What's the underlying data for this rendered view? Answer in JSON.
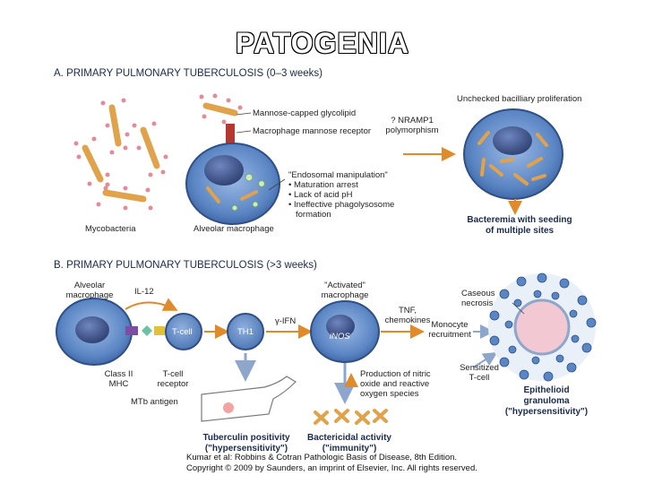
{
  "title": "PATOGENIA",
  "panel_a": {
    "heading_letter": "A.",
    "heading": "PRIMARY PULMONARY TUBERCULOSIS (0–3 weeks)",
    "mannose_glycolipid": "Mannose-capped glycolipid",
    "macrophage_receptor": "Macrophage mannose receptor",
    "nramp": "? NRAMP1",
    "polymorphism": "polymorphism",
    "unchecked": "Unchecked bacilliary proliferation",
    "endosomal": "\"Endosomal manipulation\"",
    "bullets": [
      "• Maturation arrest",
      "• Lack of acid pH",
      "• Ineffective phagolysosome",
      "formation"
    ],
    "mycobacteria": "Mycobacteria",
    "alveolar_macrophage": "Alveolar macrophage",
    "bacteremia_1": "Bacteremia with seeding",
    "bacteremia_2": "of multiple sites"
  },
  "panel_b": {
    "heading_letter": "B.",
    "heading": "PRIMARY PULMONARY TUBERCULOSIS (>3 weeks)",
    "alveolar_1": "Alveolar",
    "alveolar_2": "macrophage",
    "il12": "IL-12",
    "activated_1": "\"Activated\"",
    "activated_2": "macrophage",
    "ifn": "γ-IFN",
    "tnf_1": "TNF,",
    "tnf_2": "chemokines",
    "caseous_1": "Caseous",
    "caseous_2": "necrosis",
    "tcell": "T-cell",
    "th1": "TH1",
    "inos": "iNOS",
    "monocyte_1": "Monocyte",
    "monocyte_2": "recruitment",
    "class2_1": "Class II",
    "class2_2": "MHC",
    "tcell_receptor_1": "T-cell",
    "tcell_receptor_2": "receptor",
    "mtb_antigen": "MTb antigen",
    "nitric_1": "Production of nitric",
    "nitric_2": "oxide and reactive",
    "nitric_3": "oxygen species",
    "sensitized_1": "Sensitized",
    "sensitized_2": "T-cell",
    "granuloma_1": "Epithelioid",
    "granuloma_2": "granuloma",
    "granuloma_3": "(\"hypersensitivity\")",
    "tuberculin_1": "Tuberculin positivity",
    "tuberculin_2": "(\"hypersensitivity\")",
    "bactericidal_1": "Bactericidal activity",
    "bactericidal_2": "(\"immunity\")"
  },
  "credit_1": "Kumar et al: Robbins & Cotran Pathologic Basis of Disease, 8th Edition.",
  "credit_2": "Copyright © 2009 by Saunders, an imprint of Elsevier, Inc. All rights reserved.",
  "colors": {
    "macrophage": "#5b86c4",
    "macrophage_dark": "#2f4f86",
    "nucleus": "#3b4f86",
    "bacillus": "#e0a24a",
    "bacillus_tip": "#e28b9a",
    "arrow_orange": "#e08a2a",
    "arrow_blue": "#8ea6cc",
    "receptor_red": "#b5382f"
  }
}
